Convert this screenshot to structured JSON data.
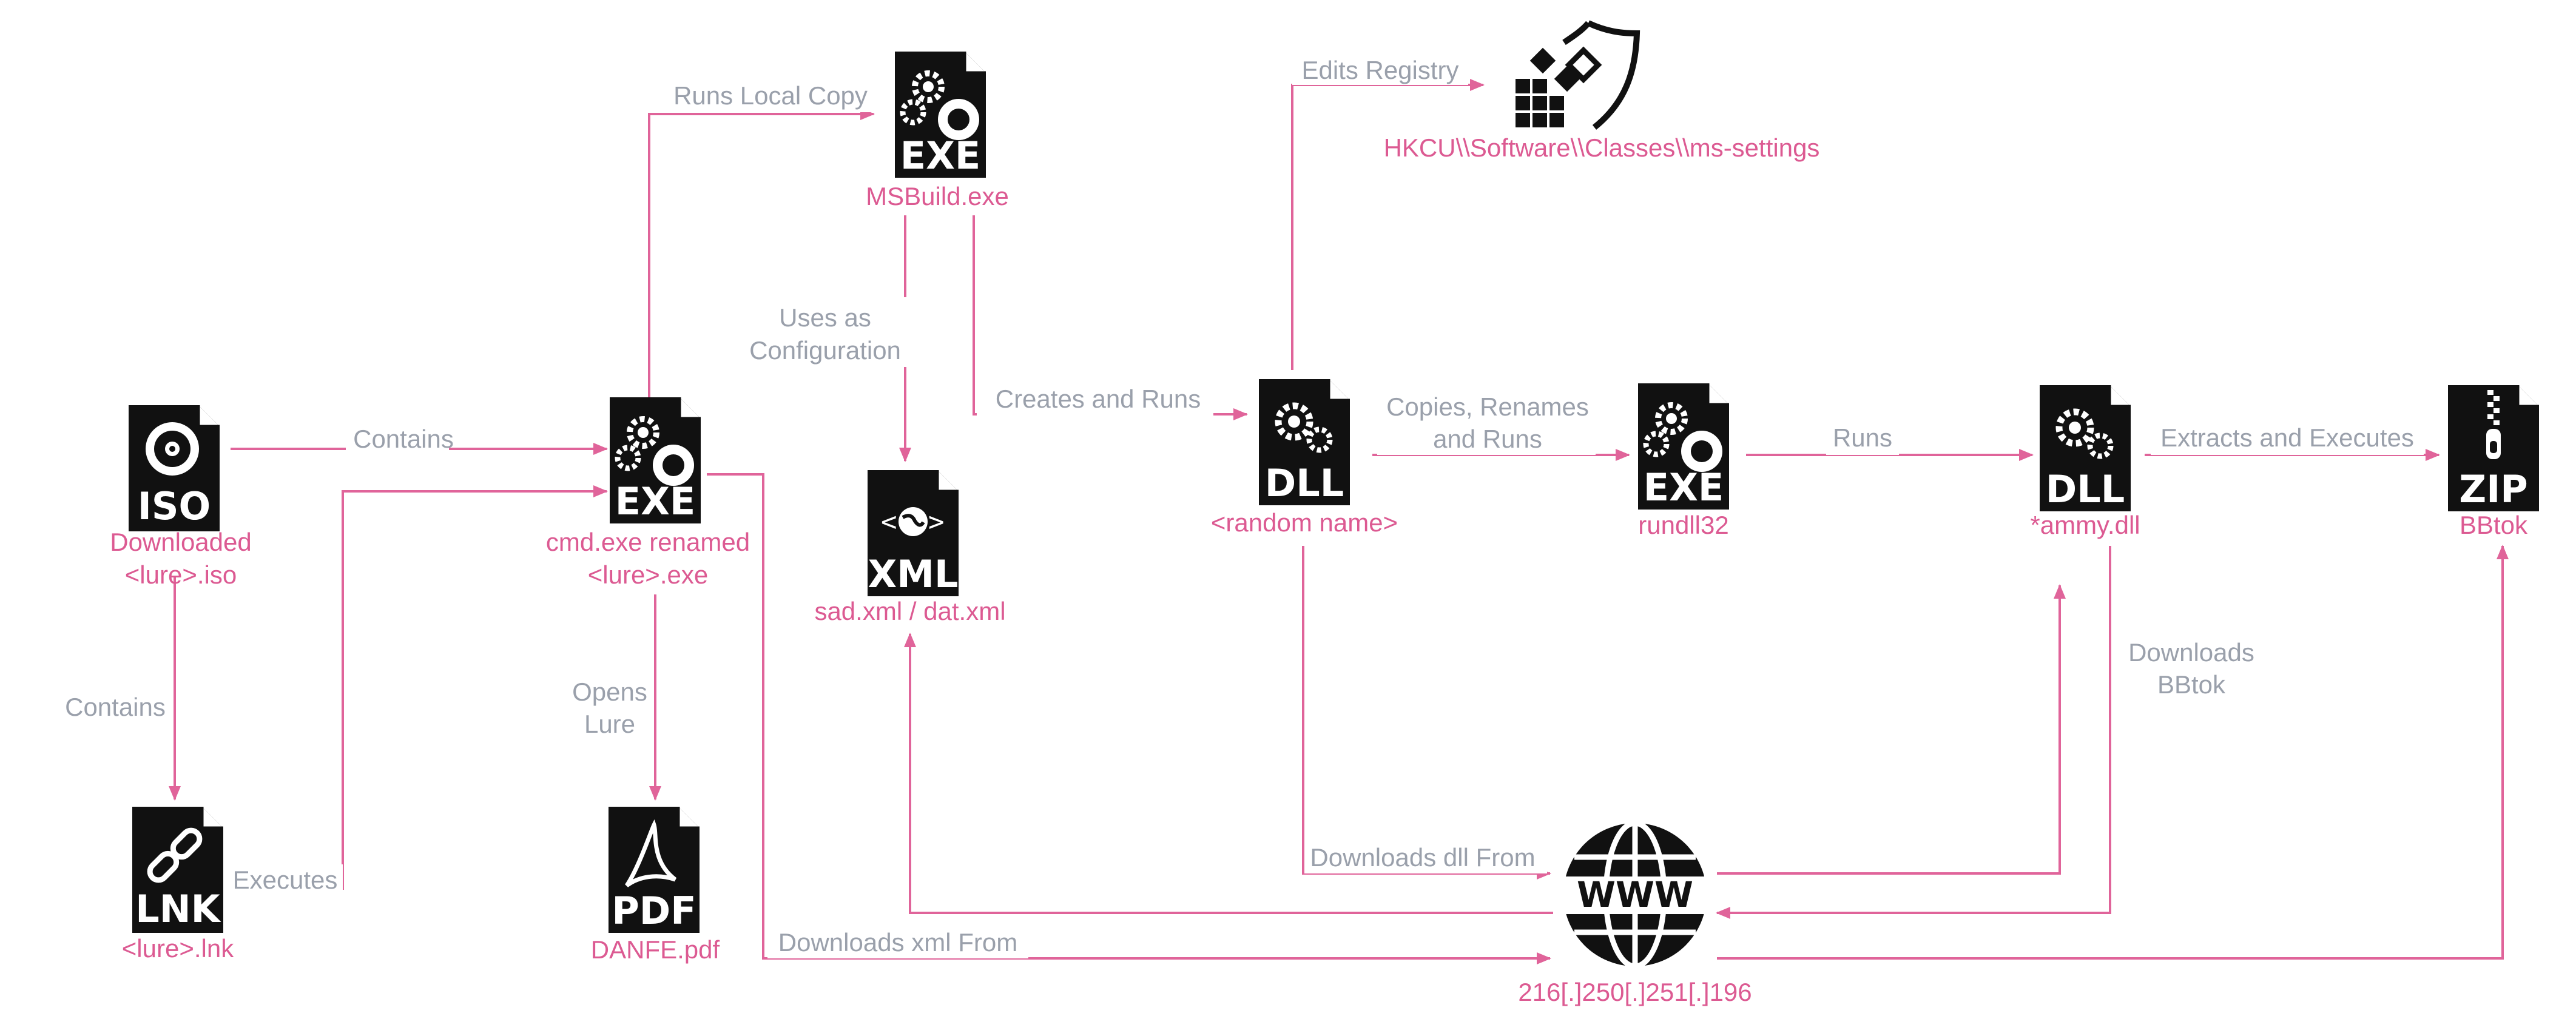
{
  "colors": {
    "edge": "#e0649a",
    "node_label": "#dc5a92",
    "edge_label": "#9aa0ab",
    "icon": "#111111"
  },
  "nodes": {
    "iso": {
      "icon": "disc-file-icon",
      "tag": "ISO",
      "label": [
        "Downloaded",
        "<lure>.iso"
      ]
    },
    "lnk": {
      "icon": "chain-link-file-icon",
      "tag": "LNK",
      "label": [
        "<lure>.lnk"
      ]
    },
    "cmd": {
      "icon": "gears-file-icon",
      "tag": "EXE",
      "label": [
        "cmd.exe renamed",
        "<lure>.exe"
      ]
    },
    "msbuild": {
      "icon": "gears-file-icon",
      "tag": "EXE",
      "label": [
        "MSBuild.exe"
      ]
    },
    "xml": {
      "icon": "globe-code-file-icon",
      "tag": "XML",
      "label": [
        "sad.xml / dat.xml"
      ]
    },
    "pdf": {
      "icon": "acrobat-file-icon",
      "tag": "PDF",
      "label": [
        "DANFE.pdf"
      ]
    },
    "dll1": {
      "icon": "gears-file-icon",
      "tag": "DLL",
      "label": [
        "<random name>"
      ]
    },
    "registry": {
      "icon": "shield-registry-icon",
      "label": [
        "HKCU\\\\Software\\\\Classes\\\\ms-settings"
      ]
    },
    "rundll": {
      "icon": "gears-file-icon",
      "tag": "EXE",
      "label": [
        "rundll32"
      ]
    },
    "ammy": {
      "icon": "gears-file-icon",
      "tag": "DLL",
      "label": [
        "*ammy.dll"
      ]
    },
    "zip": {
      "icon": "zipper-file-icon",
      "tag": "ZIP",
      "label": [
        "BBtok"
      ]
    },
    "www": {
      "icon": "www-globe-icon",
      "tag": "WWW",
      "label": [
        "216[.]250[.]251[.]196"
      ]
    }
  },
  "edges": {
    "iso_contains_cmd": [
      "Contains"
    ],
    "iso_contains_lnk": [
      "Contains"
    ],
    "lnk_executes_cmd": [
      "Executes"
    ],
    "cmd_runs_msbuild": [
      "Runs Local Copy"
    ],
    "msbuild_uses_xml": [
      "Uses as",
      "Configuration"
    ],
    "cmd_opens_pdf": [
      "Opens",
      "Lure"
    ],
    "msbuild_creates_dll": [
      "Creates and Runs"
    ],
    "dll_edits_registry": [
      "Edits Registry"
    ],
    "dll_copies_rundll": [
      "Copies, Renames",
      "and Runs"
    ],
    "rundll_runs_ammy": [
      "Runs"
    ],
    "ammy_extracts_zip": [
      "Extracts and Executes"
    ],
    "ammy_downloads_bbtok": [
      "Downloads",
      "BBtok"
    ],
    "dll_downloads_from": [
      "Downloads dll From"
    ],
    "cmd_downloads_xml": [
      "Downloads xml From"
    ]
  }
}
